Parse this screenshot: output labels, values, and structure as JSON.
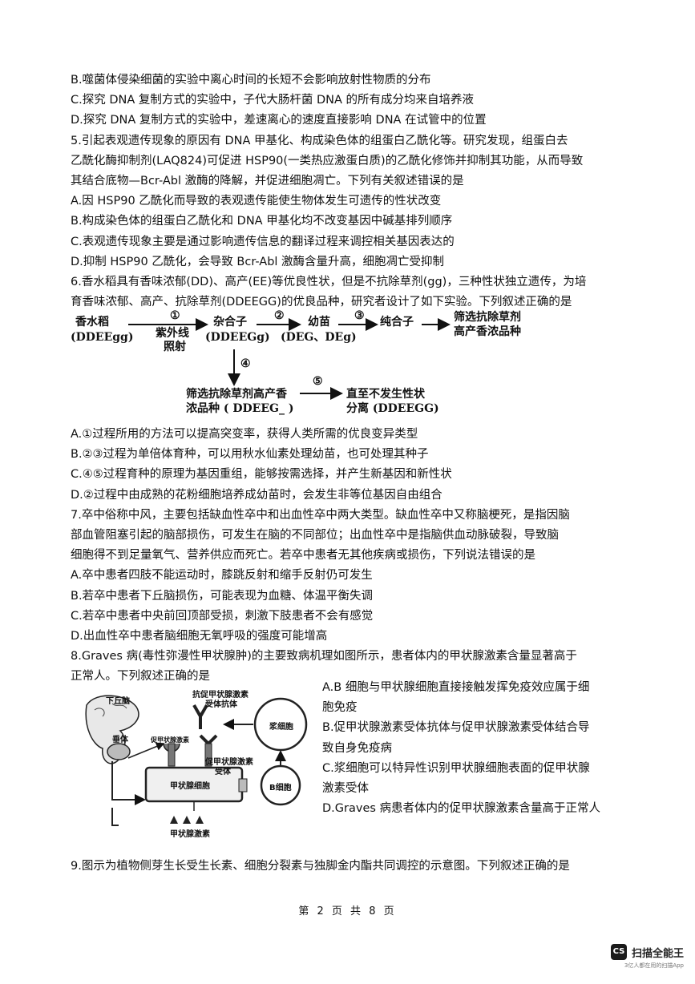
{
  "lines_top": [
    "B.噬菌体侵染细菌的实验中离心时间的长短不会影响放射性物质的分布",
    "C.探究 DNA 复制方式的实验中，子代大肠杆菌 DNA 的所有成分均来自培养液",
    "D.探究 DNA 复制方式的实验中，差速离心的速度直接影响 DNA 在试管中的位置",
    "5.引起表观遗传现象的原因有 DNA 甲基化、构成染色体的组蛋白乙酰化等。研究发现，组蛋白去",
    "乙酰化酶抑制剂(LAQ824)可促进 HSP90(一类热应激蛋白质)的乙酰化修饰并抑制其功能，从而导致",
    "其结合底物—Bcr-Abl 激酶的降解，并促进细胞凋亡。下列有关叙述错误的是",
    "A.因 HSP90 乙酰化而导致的表观遗传能使生物体发生可遗传的性状改变",
    "B.构成染色体的组蛋白乙酰化和 DNA 甲基化均不改变基因中碱基排列顺序",
    "C.表观遗传现象主要是通过影响遗传信息的翻译过程来调控相关基因表达的",
    "D.抑制 HSP90 乙酰化，会导致 Bcr-Abl 激酶含量升高，细胞凋亡受抑制",
    "6.香水稻具有香味浓郁(DD)、高产(EE)等优良性状，但是不抗除草剂(gg)，三种性状独立遗传，为培",
    "育香味浓郁、高产、抗除草剂(DDEEGG)的优良品种，研究者设计了如下实验。下列叙述正确的是"
  ],
  "diagram": {
    "n1a": "香水稻",
    "n1b": "(DDEEgg)",
    "s1": "①",
    "s1a": "紫外线",
    "s1b": "照射",
    "n2a": "杂合子",
    "n2b": "(DDEEGg)",
    "s2": "②",
    "n3a": "幼苗",
    "n3b": "(DEG、DEg)",
    "s3": "③",
    "n4": "纯合子",
    "n5a": "筛选抗除草剂",
    "n5b": "高产香浓品种",
    "s4": "④",
    "n6a": "筛选抗除草剂高产香",
    "n6b": "浓品种 ( DDEEG_ )",
    "s5": "⑤",
    "n7a": "直至不发生性状",
    "n7b": "分离 (DDEEGG)"
  },
  "lines_mid": [
    "A.①过程所用的方法可以提高突变率，获得人类所需的优良变异类型",
    "B.②③过程为单倍体育种，可以用秋水仙素处理幼苗，也可处理其种子",
    "C.④⑤过程育种的原理为基因重组，能够按需选择，并产生新基因和新性状",
    "D.②过程中由成熟的花粉细胞培养成幼苗时，会发生非等位基因自由组合",
    "7.卒中俗称中风，主要包括缺血性卒中和出血性卒中两大类型。缺血性卒中又称脑梗死，是指因脑",
    "部血管阻塞引起的脑部损伤，可发生在脑的不同部位；出血性卒中是指脑供血动脉破裂，导致脑",
    "细胞得不到足量氧气、营养供应而死亡。若卒中患者无其他疾病或损伤，下列说法错误的是",
    "A.卒中患者四肢不能运动时，膝跳反射和缩手反射仍可发生",
    "B.若卒中患者下丘脑损伤，可能表现为血糖、体温平衡失调",
    "C.若卒中患者中央前回顶部受损，刺激下肢患者不会有感觉",
    "D.出血性卒中患者脑细胞无氧呼吸的强度可能增高",
    "8.Graves 病(毒性弥漫性甲状腺肿)的主要致病机理如图所示，患者体内的甲状腺激素含量显著高于",
    "正常人。下列叙述正确的是"
  ],
  "graves_fig": {
    "hypothalamus": "下丘脑",
    "pituitary": "垂体",
    "tsh": "促甲状腺激素",
    "antibody": "抗促甲状腺激素",
    "antibody2": "受体抗体",
    "plasma": "浆细胞",
    "receptor": "促甲状腺激素",
    "receptor2": "受体",
    "thyroid": "甲状腺细胞",
    "bcell": "B细胞",
    "hormone": "甲状腺激素"
  },
  "graves_options": [
    "A.B 细胞与甲状腺细胞直接接触发挥免疫效应属于细",
    "胞免疫",
    "B.促甲状腺激素受体抗体与促甲状腺激素受体结合导",
    "致自身免疫病",
    "C.浆细胞可以特异性识别甲状腺细胞表面的促甲状腺",
    "激素受体",
    "D.Graves 病患者体内的促甲状腺激素含量高于正常人"
  ],
  "q9": "9.图示为植物侧芽生长受生长素、细胞分裂素与独脚金内酯共同调控的示意图。下列叙述正确的是",
  "footer": "第 2 页 共 8 页",
  "scanner": {
    "logo": "CS",
    "name": "扫描全能王",
    "sub": "3亿人都在用的扫描App"
  }
}
